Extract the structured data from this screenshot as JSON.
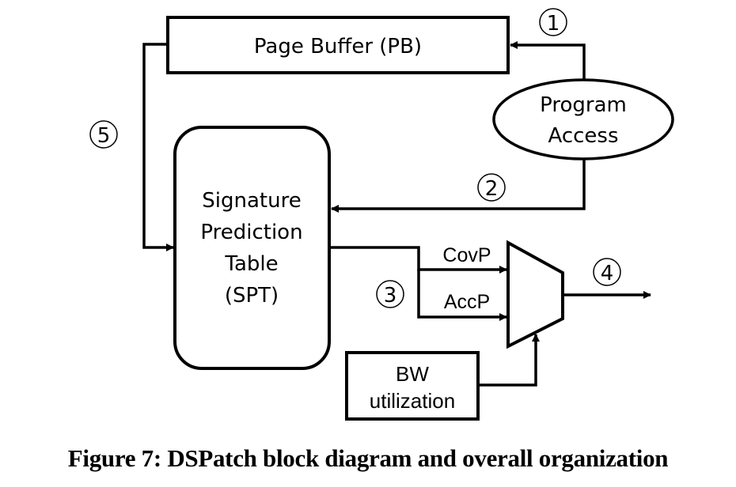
{
  "diagram": {
    "page_buffer": {
      "label": "Page Buffer (PB)"
    },
    "program_access": {
      "line1": "Program",
      "line2": "Access"
    },
    "spt": {
      "line1": "Signature",
      "line2": "Prediction",
      "line3": "Table",
      "line4": "(SPT)"
    },
    "bw": {
      "line1": "BW",
      "line2": "utilization"
    },
    "mux_inputs": {
      "covp": "CovP",
      "accp": "AccP"
    },
    "steps": {
      "s1": "1",
      "s2": "2",
      "s3": "3",
      "s4": "4",
      "s5": "5"
    }
  },
  "caption": "Figure 7: DSPatch block diagram and overall organization"
}
